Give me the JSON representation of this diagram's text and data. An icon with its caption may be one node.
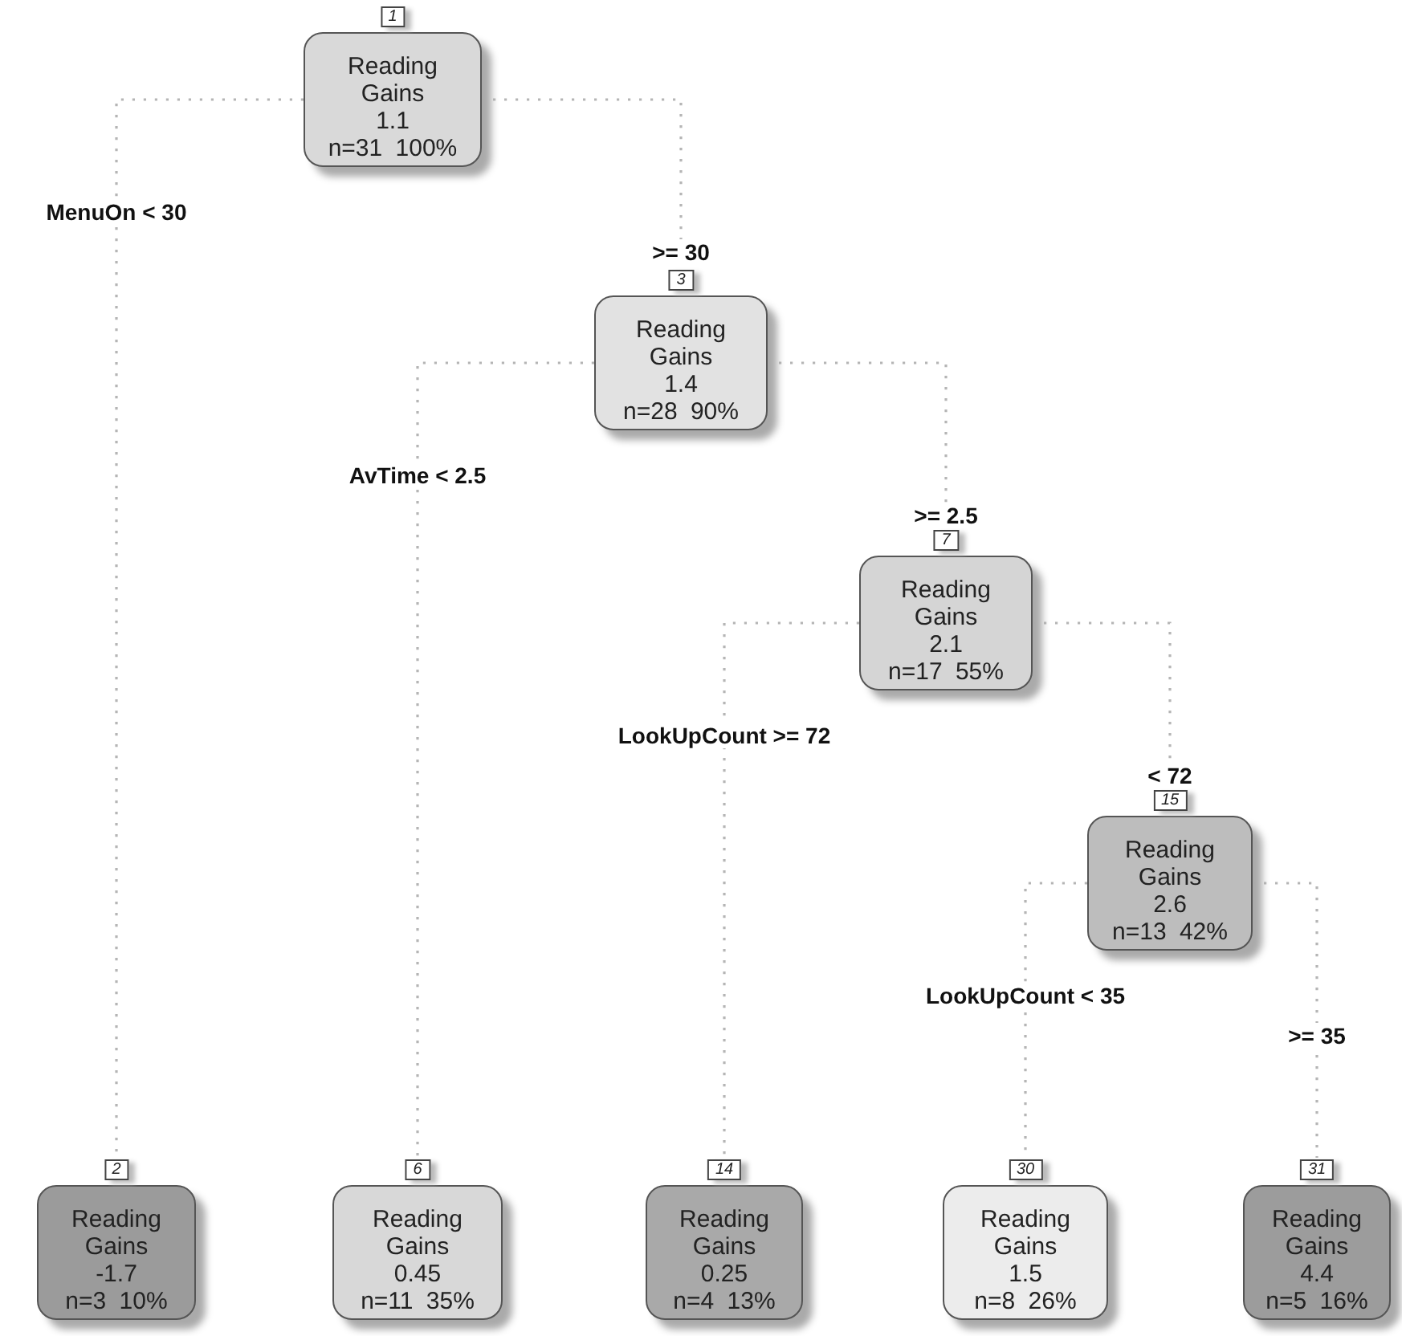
{
  "diagram": {
    "nodes": [
      {
        "text": [
          "Reading Gains",
          "1.1",
          "n=31 100%"
        ],
        "beside": [
          "1"
        ]
      },
      {
        "text": [
          "Reading Gains",
          "1.4",
          "n=28 90%"
        ],
        "beside": [
          "3"
        ]
      },
      {
        "text": [
          "Reading Gains",
          "2.1",
          "n=17 55%"
        ],
        "beside": [
          "7"
        ]
      },
      {
        "text": [
          "Reading Gains",
          "2.6",
          "n=13 42%"
        ],
        "beside": [
          "15"
        ]
      },
      {
        "text": [
          "Reading Gains",
          "-1.7",
          "n=3 10%"
        ],
        "beside": [
          "2"
        ]
      },
      {
        "text": [
          "Reading Gains",
          "0.45",
          "n=11 35%"
        ],
        "beside": [
          "6"
        ]
      },
      {
        "text": [
          "Reading Gains",
          "0.25",
          "n=4 13%"
        ],
        "beside": [
          "14"
        ]
      },
      {
        "text": [
          "Reading Gains",
          "1.5",
          "n=8 26%"
        ],
        "beside": [
          "30"
        ]
      },
      {
        "text": [
          "Reading Gains",
          "4.4",
          "n=5 16%"
        ],
        "beside": [
          "31"
        ]
      }
    ],
    "edges": [
      {
        "from": 0,
        "to": 4,
        "arrow": "none",
        "label": "MenuOn < 30"
      },
      {
        "from": 0,
        "to": 1,
        "arrow": "none",
        "label": ">= 30"
      },
      {
        "from": 1,
        "to": 5,
        "arrow": "none",
        "label": "AvTime < 2.5"
      },
      {
        "from": 1,
        "to": 2,
        "arrow": "none",
        "label": ">= 2.5"
      },
      {
        "from": 2,
        "to": 6,
        "arrow": "none",
        "label": "LookUpCount >= 72"
      },
      {
        "from": 2,
        "to": 3,
        "arrow": "none",
        "label": "< 72"
      },
      {
        "from": 3,
        "to": 7,
        "arrow": "none",
        "label": "LookUpCount < 35"
      },
      {
        "from": 3,
        "to": 8,
        "arrow": "none",
        "label": ">= 35"
      }
    ]
  }
}
